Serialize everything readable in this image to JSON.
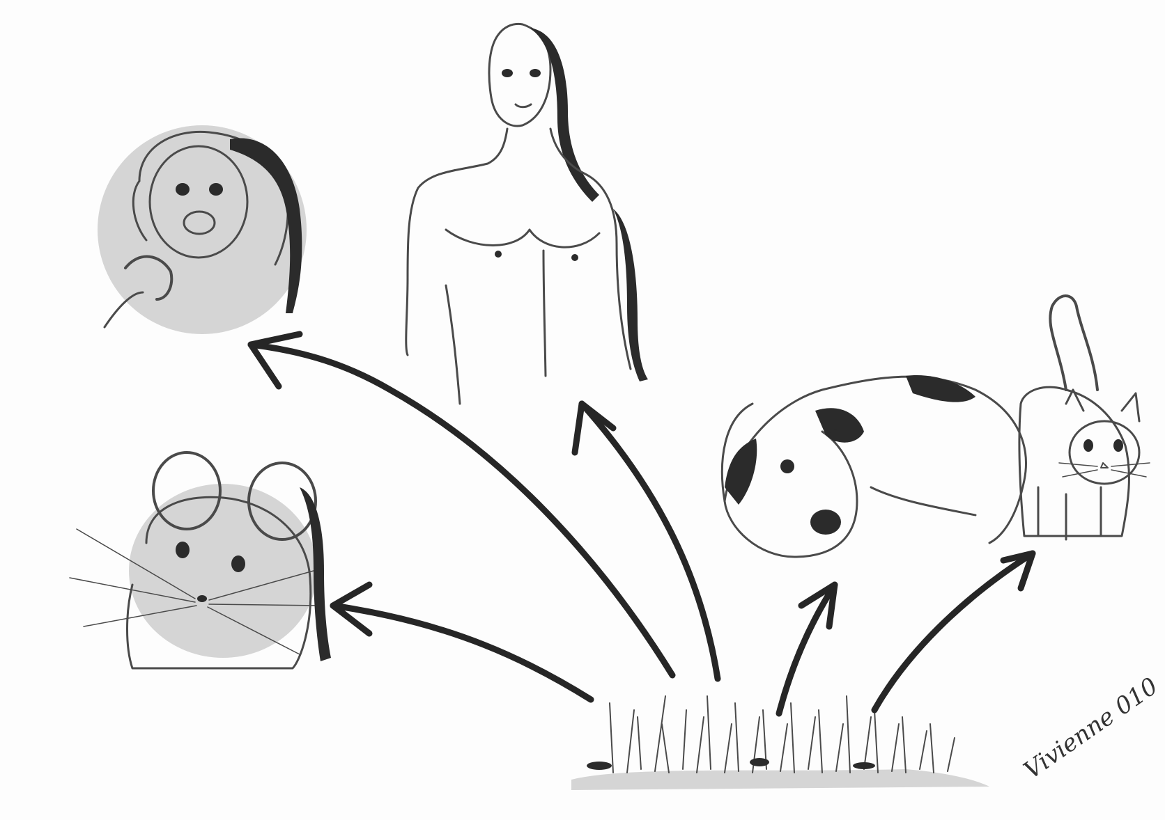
{
  "artwork": {
    "signature_text": "Vivienne 010",
    "subjects": [
      {
        "name": "monkey",
        "icon": "monkey-sketch"
      },
      {
        "name": "human",
        "icon": "human-torso-sketch"
      },
      {
        "name": "mouse",
        "icon": "mouse-sketch"
      },
      {
        "name": "dog",
        "icon": "great-dane-sketch"
      },
      {
        "name": "cat",
        "icon": "kitten-sketch"
      },
      {
        "name": "grass",
        "icon": "grass-patch-sketch"
      }
    ],
    "colors": {
      "paper": "#fdfdfd",
      "pencil": "#4a4a4a",
      "arrow": "#262626"
    }
  }
}
